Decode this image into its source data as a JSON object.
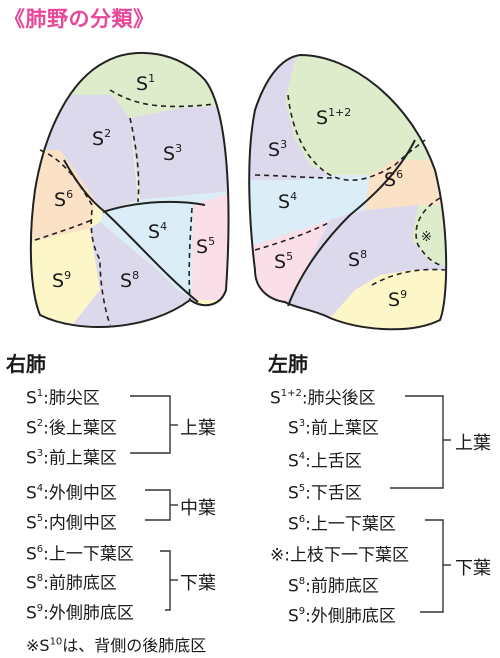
{
  "title": "《肺野の分類》",
  "diagram": {
    "right_lung_labels": [
      {
        "id": "s1",
        "base": "S",
        "sup": "1"
      },
      {
        "id": "s2",
        "base": "S",
        "sup": "2"
      },
      {
        "id": "s3",
        "base": "S",
        "sup": "3"
      },
      {
        "id": "s4",
        "base": "S",
        "sup": "4"
      },
      {
        "id": "s5",
        "base": "S",
        "sup": "5"
      },
      {
        "id": "s6",
        "base": "S",
        "sup": "6"
      },
      {
        "id": "s8",
        "base": "S",
        "sup": "8"
      },
      {
        "id": "s9",
        "base": "S",
        "sup": "9"
      }
    ],
    "left_lung_labels": [
      {
        "id": "s12",
        "base": "S",
        "sup": "1+2"
      },
      {
        "id": "s3",
        "base": "S",
        "sup": "3"
      },
      {
        "id": "s4",
        "base": "S",
        "sup": "4"
      },
      {
        "id": "s5",
        "base": "S",
        "sup": "5"
      },
      {
        "id": "s6",
        "base": "S",
        "sup": "6"
      },
      {
        "id": "s8",
        "base": "S",
        "sup": "8"
      },
      {
        "id": "s9",
        "base": "S",
        "sup": "9"
      },
      {
        "id": "star",
        "base": "※",
        "sup": ""
      }
    ],
    "colors": {
      "green": "#deeccb",
      "purple": "#ddd9ec",
      "orange": "#fbe1c5",
      "yellow": "#fdf6c9",
      "blue": "#dbeef8",
      "pink": "#fadfe8",
      "title": "#e8489a"
    }
  },
  "right": {
    "title": "右肺",
    "rows": [
      {
        "seg": "S",
        "sup": "1",
        "name": ":肺尖区"
      },
      {
        "seg": "S",
        "sup": "2",
        "name": ":後上葉区"
      },
      {
        "seg": "S",
        "sup": "3",
        "name": ":前上葉区"
      },
      {
        "seg": "S",
        "sup": "4",
        "name": ":外側中区"
      },
      {
        "seg": "S",
        "sup": "5",
        "name": ":内側中区"
      },
      {
        "seg": "S",
        "sup": "6",
        "name": ":上一下葉区"
      },
      {
        "seg": "S",
        "sup": "8",
        "name": ":前肺底区"
      },
      {
        "seg": "S",
        "sup": "9",
        "name": ":外側肺底区"
      }
    ],
    "lobes": [
      "上葉",
      "中葉",
      "下葉"
    ],
    "note": {
      "prefix": "※S",
      "sup": "10",
      "text": "は、背側の後肺底区"
    }
  },
  "left": {
    "title": "左肺",
    "rows": [
      {
        "seg": "S",
        "sup": "1+2",
        "name": ":肺尖後区"
      },
      {
        "seg": "S",
        "sup": "3",
        "name": ":前上葉区"
      },
      {
        "seg": "S",
        "sup": "4",
        "name": ":上舌区"
      },
      {
        "seg": "S",
        "sup": "5",
        "name": ":下舌区"
      },
      {
        "seg": "S",
        "sup": "6",
        "name": ":上一下葉区"
      },
      {
        "seg": "※",
        "sup": "",
        "name": ":上枝下一下葉区"
      },
      {
        "seg": "S",
        "sup": "8",
        "name": ":前肺底区"
      },
      {
        "seg": "S",
        "sup": "9",
        "name": ":外側肺底区"
      }
    ],
    "lobes": [
      "上葉",
      "下葉"
    ]
  }
}
